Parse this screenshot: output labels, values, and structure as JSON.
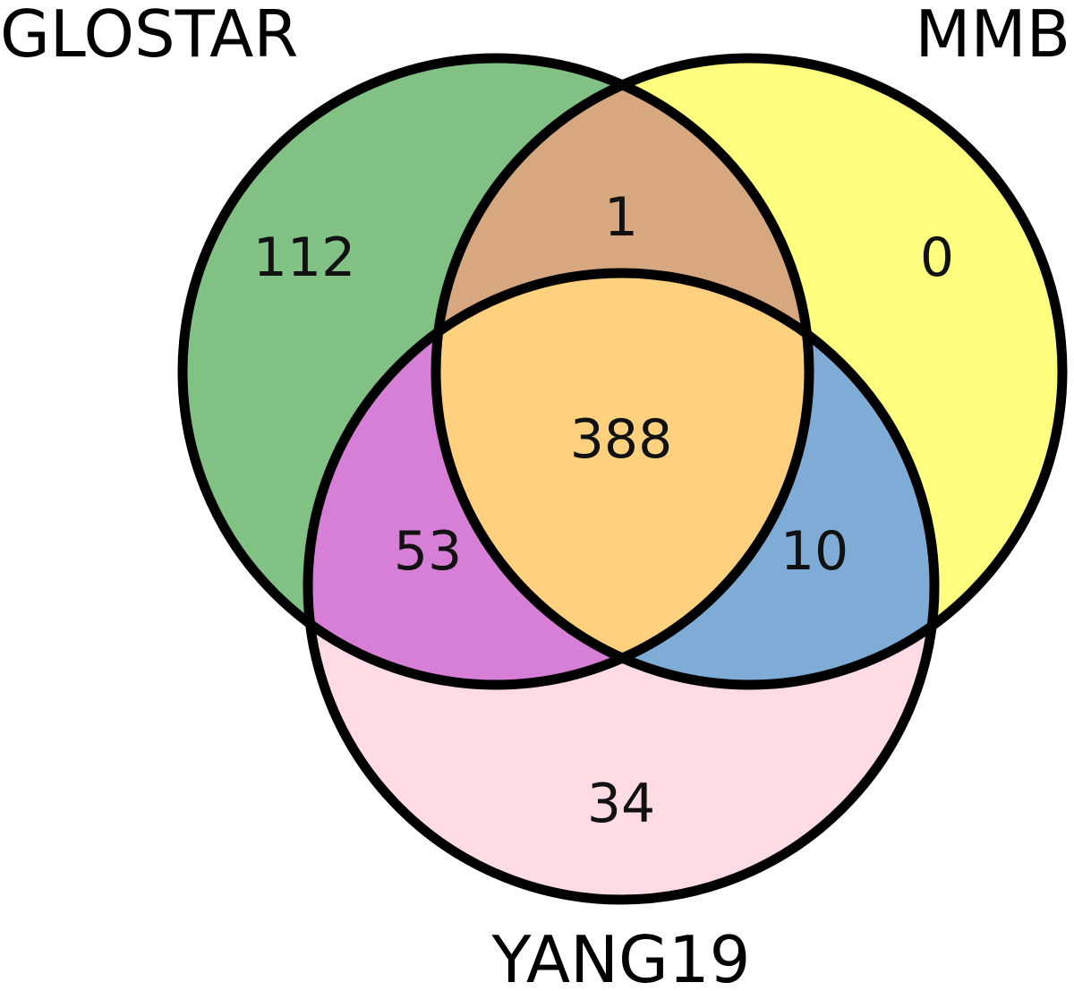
{
  "diagram": {
    "type": "venn3",
    "sets": [
      {
        "id": "A",
        "label": "GLOSTAR",
        "color": "#81C184"
      },
      {
        "id": "B",
        "label": "MMB",
        "color": "#FFFF7F"
      },
      {
        "id": "C",
        "label": "YANG19",
        "color": "#FFDCE3"
      }
    ],
    "regions": [
      {
        "id": "A_only",
        "sets": [
          "A"
        ],
        "count": "112",
        "color": "#81C184"
      },
      {
        "id": "B_only",
        "sets": [
          "B"
        ],
        "count": "0",
        "color": "#FFFF7F"
      },
      {
        "id": "C_only",
        "sets": [
          "C"
        ],
        "count": "34",
        "color": "#FFDCE3"
      },
      {
        "id": "AB_only",
        "sets": [
          "A",
          "B"
        ],
        "count": "1",
        "color": "#D7A87F"
      },
      {
        "id": "AC_only",
        "sets": [
          "A",
          "C"
        ],
        "count": "53",
        "color": "#D77FD7"
      },
      {
        "id": "BC_only",
        "sets": [
          "B",
          "C"
        ],
        "count": "10",
        "color": "#7FACD7"
      },
      {
        "id": "ABC",
        "sets": [
          "A",
          "B",
          "C"
        ],
        "count": "388",
        "color": "#FFD17F"
      }
    ]
  }
}
